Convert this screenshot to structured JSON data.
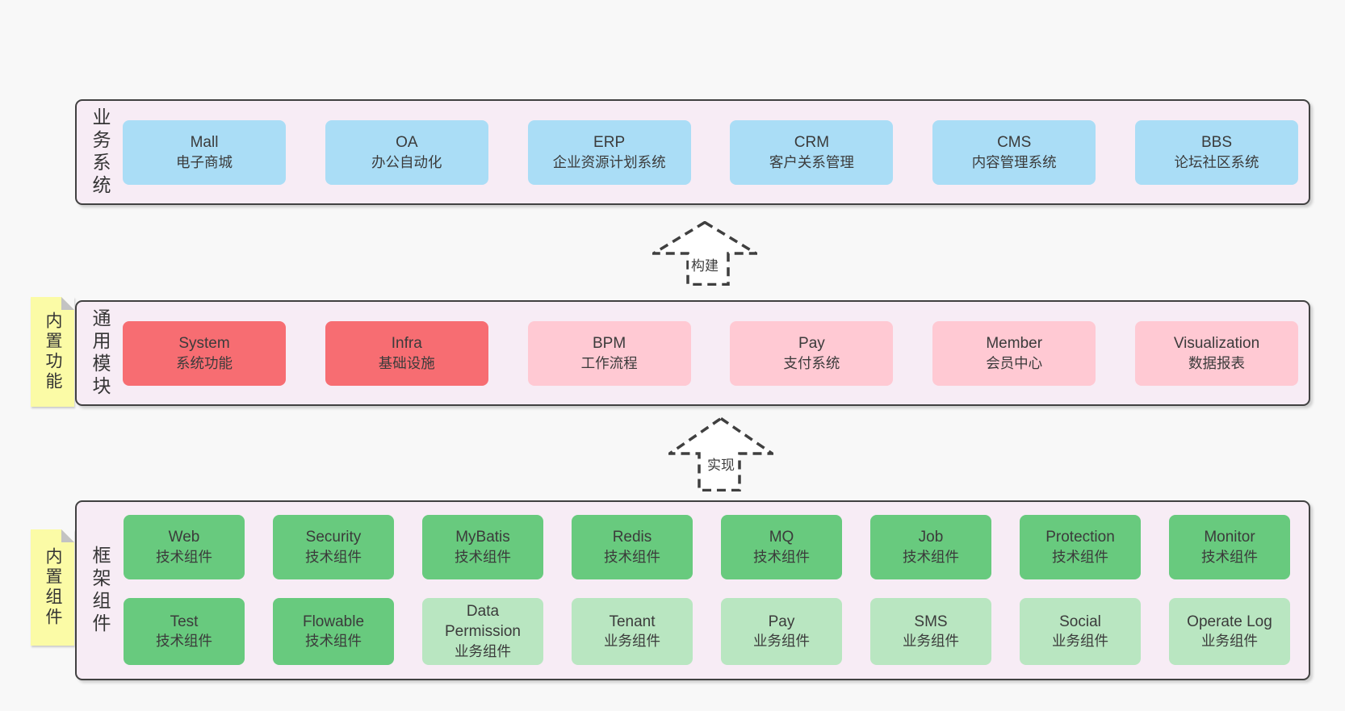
{
  "palette": {
    "page_bg": "#f8f8f8",
    "band_bg": "#f7ecf5",
    "border_dark": "#414141",
    "blue": "#aaddf6",
    "red": "#f76d72",
    "pink": "#ffc9d3",
    "green": "#68ca7e",
    "green_light": "#b9e6c1",
    "note_yellow": "#fbfba6"
  },
  "bands": [
    {
      "label": "业务系统",
      "items": [
        {
          "en": "Mall",
          "zh": "电子商城"
        },
        {
          "en": "OA",
          "zh": "办公自动化"
        },
        {
          "en": "ERP",
          "zh": "企业资源计划系统"
        },
        {
          "en": "CRM",
          "zh": "客户关系管理"
        },
        {
          "en": "CMS",
          "zh": "内容管理系统"
        },
        {
          "en": "BBS",
          "zh": "论坛社区系统"
        }
      ]
    },
    {
      "label": "通用模块",
      "note": "内置功能",
      "items": [
        {
          "en": "System",
          "zh": "系统功能"
        },
        {
          "en": "Infra",
          "zh": "基础设施"
        },
        {
          "en": "BPM",
          "zh": "工作流程"
        },
        {
          "en": "Pay",
          "zh": "支付系统"
        },
        {
          "en": "Member",
          "zh": "会员中心"
        },
        {
          "en": "Visualization",
          "zh": "数据报表"
        }
      ]
    },
    {
      "label": "框架组件",
      "note": "内置组件",
      "rows": [
        [
          {
            "en": "Web",
            "zh": "技术组件"
          },
          {
            "en": "Security",
            "zh": "技术组件"
          },
          {
            "en": "MyBatis",
            "zh": "技术组件"
          },
          {
            "en": "Redis",
            "zh": "技术组件"
          },
          {
            "en": "MQ",
            "zh": "技术组件"
          },
          {
            "en": "Job",
            "zh": "技术组件"
          },
          {
            "en": "Protection",
            "zh": "技术组件"
          },
          {
            "en": "Monitor",
            "zh": "技术组件"
          }
        ],
        [
          {
            "en": "Test",
            "zh": "技术组件"
          },
          {
            "en": "Flowable",
            "zh": "技术组件"
          },
          {
            "en": "Data Permission",
            "zh": "业务组件"
          },
          {
            "en": "Tenant",
            "zh": "业务组件"
          },
          {
            "en": "Pay",
            "zh": "业务组件"
          },
          {
            "en": "SMS",
            "zh": "业务组件"
          },
          {
            "en": "Social",
            "zh": "业务组件"
          },
          {
            "en": "Operate Log",
            "zh": "业务组件"
          }
        ]
      ]
    }
  ],
  "arrows": [
    {
      "label": "构建"
    },
    {
      "label": "实现"
    }
  ]
}
